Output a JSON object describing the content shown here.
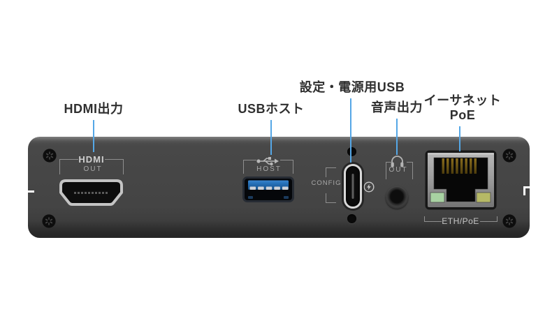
{
  "colors": {
    "leader_line": "#55a7e6",
    "callout_text": "#2f2f2f",
    "device_body": "#454545",
    "silkscreen": "#a9a9a9",
    "usb_tongue_blue": "#1f63a8",
    "led_green": "#a8d2a2",
    "led_yellow": "#b6b966"
  },
  "callouts": {
    "hdmi": {
      "label": "HDMI出力"
    },
    "usb_host": {
      "label": "USBホスト"
    },
    "config": {
      "label": "設定・電源用USB"
    },
    "audio": {
      "label": "音声出力"
    },
    "ethernet": {
      "label": "イーサネット",
      "label2": "PoE"
    }
  },
  "device": {
    "ports": {
      "hdmi": {
        "title": "HDMI",
        "sub": "OUT"
      },
      "usb_host": {
        "sub": "HOST",
        "icon": "usb-trident-icon"
      },
      "config": {
        "sub": "CONFIG",
        "icon": "lightning-icon"
      },
      "audio": {
        "sub": "OUT",
        "icon": "headphones-icon"
      },
      "ethernet": {
        "sub": "ETH/PoE"
      }
    },
    "screw_icon": "torx-screw-icon"
  }
}
